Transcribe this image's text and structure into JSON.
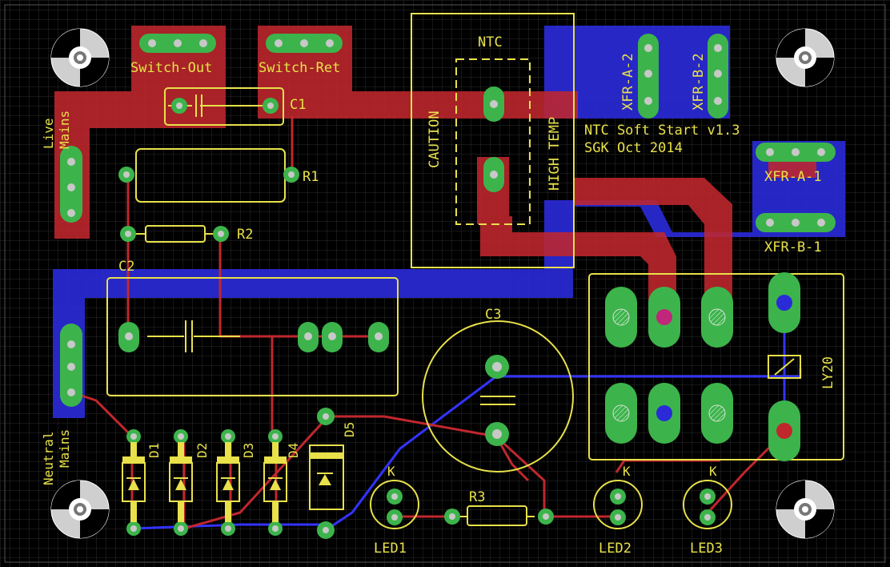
{
  "board_title": "NTC Soft Start v1.3",
  "board_subtitle": "SGK Oct 2014",
  "labels": {
    "switch_out": "Switch-Out",
    "switch_ret": "Switch-Ret",
    "live_mains_1": "Live",
    "live_mains_2": "Mains",
    "neutral_mains_1": "Neutral",
    "neutral_mains_2": "Mains",
    "xfr_a2": "XFR-A-2",
    "xfr_b2": "XFR-B-2",
    "xfr_a1": "XFR-A-1",
    "xfr_b1": "XFR-B-1",
    "ntc": "NTC",
    "caution": "CAUTION",
    "high_temp": "HIGH TEMP"
  },
  "components": {
    "c1": "C1",
    "c2": "C2",
    "c3": "C3",
    "r1": "R1",
    "r2": "R2",
    "r3": "R3",
    "d1": "D1",
    "d2": "D2",
    "d3": "D3",
    "d4": "D4",
    "d5": "D5",
    "led1": "LED1",
    "led2": "LED2",
    "led3": "LED3",
    "ly20": "LY20",
    "k1": "K",
    "k2": "K",
    "k3": "K"
  },
  "colors": {
    "background": "#000000",
    "grid": "#2b2b2b",
    "top_copper": "#c0272d",
    "bottom_copper": "#2a2ad6",
    "silkscreen": "#e8e14a",
    "pad": "#3cb44b",
    "via_hole": "#b0b0b0"
  }
}
